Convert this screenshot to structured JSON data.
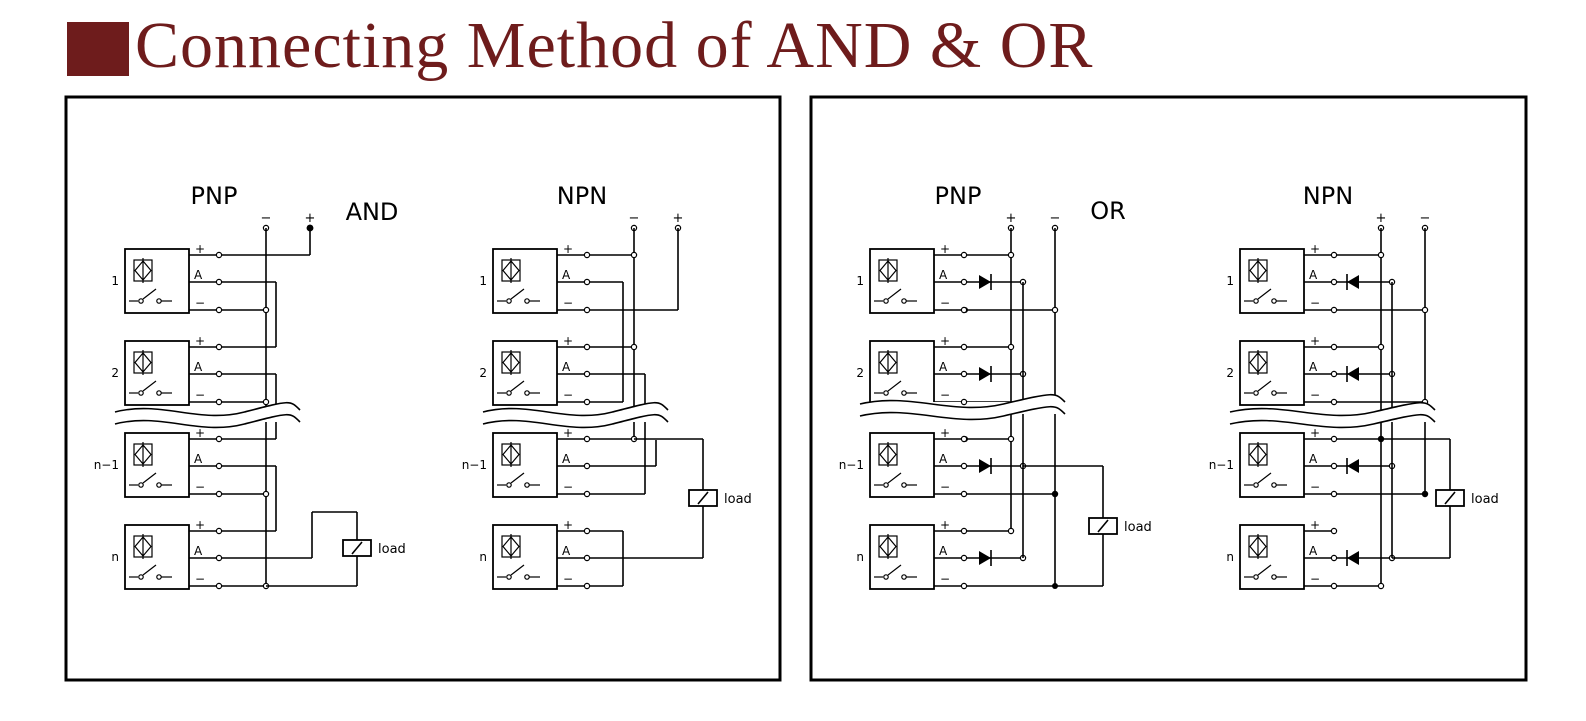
{
  "heading": {
    "text": "Connecting Method of AND & OR"
  },
  "colors": {
    "accent": "#6e1c1c",
    "line": "#000000",
    "background": "#ffffff"
  },
  "panels": [
    {
      "name": "and-panel",
      "logic_label": "AND",
      "diagrams": [
        {
          "name": "and-pnp",
          "type_label": "PNP",
          "supply_signs": [
            "−",
            "+"
          ],
          "diodes": false
        },
        {
          "name": "and-npn",
          "type_label": "NPN",
          "supply_signs": [
            "−",
            "+"
          ],
          "diodes": false
        }
      ]
    },
    {
      "name": "or-panel",
      "logic_label": "OR",
      "diagrams": [
        {
          "name": "or-pnp",
          "type_label": "PNP",
          "supply_signs": [
            "+",
            "−"
          ],
          "diodes": true
        },
        {
          "name": "or-npn",
          "type_label": "NPN",
          "supply_signs": [
            "+",
            "−"
          ],
          "diodes": true
        }
      ]
    }
  ],
  "sensor_numbers": [
    "1",
    "2",
    "n−1",
    "n"
  ],
  "terminal_labels": [
    "+",
    "A",
    "−"
  ],
  "load_label": "load",
  "icons": {
    "sensor": "proximity-sensor-icon",
    "switch": "switch-contact-icon",
    "diode": "diode-icon",
    "load": "load-relay-icon"
  }
}
